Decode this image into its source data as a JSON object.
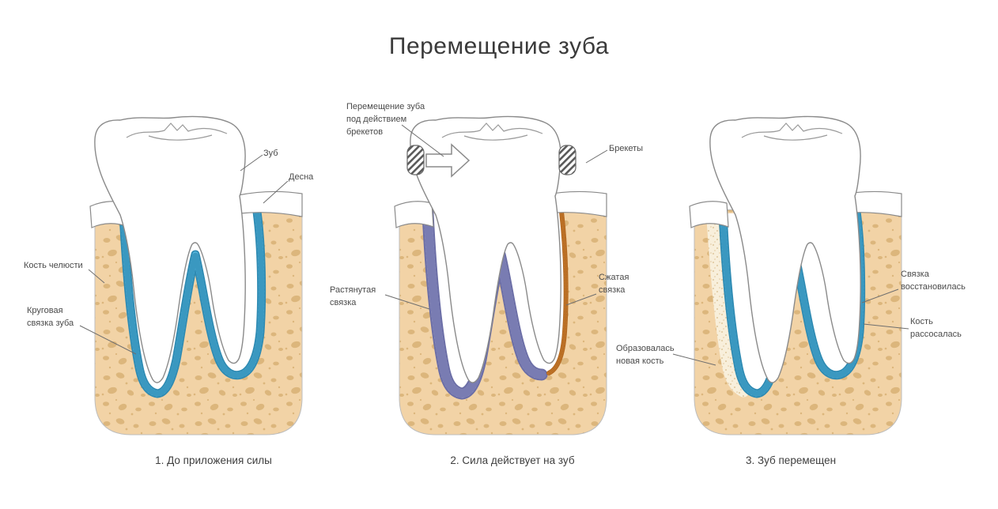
{
  "title": "Перемещение зуба",
  "colors": {
    "bone": "#f2d3a6",
    "bone_speckle": "#dcb67c",
    "ligament_normal": "#57b8e0",
    "ligament_normal_dark": "#2e8ab2",
    "ligament_stretched": "#9c9ecd",
    "ligament_stretched_dark": "#6b6ea6",
    "ligament_compressed": "#dd8f3e",
    "ligament_compressed_dark": "#b2671f",
    "new_bone": "#f8efdb",
    "tooth_outline": "#8a8a8a",
    "text": "#4a4a4a"
  },
  "panels": [
    {
      "caption": "1. До приложения силы",
      "labels": {
        "tooth": {
          "lines": [
            "Зуб"
          ]
        },
        "gum": {
          "lines": [
            "Десна"
          ]
        },
        "jaw_bone": {
          "lines": [
            "Кость челюсти"
          ]
        },
        "circular_ligament": {
          "lines": [
            "Круговая",
            "связка зуба"
          ]
        }
      }
    },
    {
      "caption": "2. Сила действует на зуб",
      "labels": {
        "movement": {
          "lines": [
            "Перемещение зуба",
            "под действием",
            "брекетов"
          ]
        },
        "braces": {
          "lines": [
            "Брекеты"
          ]
        },
        "stretched_ligament": {
          "lines": [
            "Растянутая",
            "связка"
          ]
        },
        "compressed_ligament": {
          "lines": [
            "Сжатая",
            "связка"
          ]
        }
      }
    },
    {
      "caption": "3. Зуб перемещен",
      "labels": {
        "new_bone": {
          "lines": [
            "Образовалась",
            "новая кость"
          ]
        },
        "ligament_restored": {
          "lines": [
            "Связка",
            "восстановилась"
          ]
        },
        "bone_resorbed": {
          "lines": [
            "Кость",
            "рассосалась"
          ]
        }
      }
    }
  ]
}
